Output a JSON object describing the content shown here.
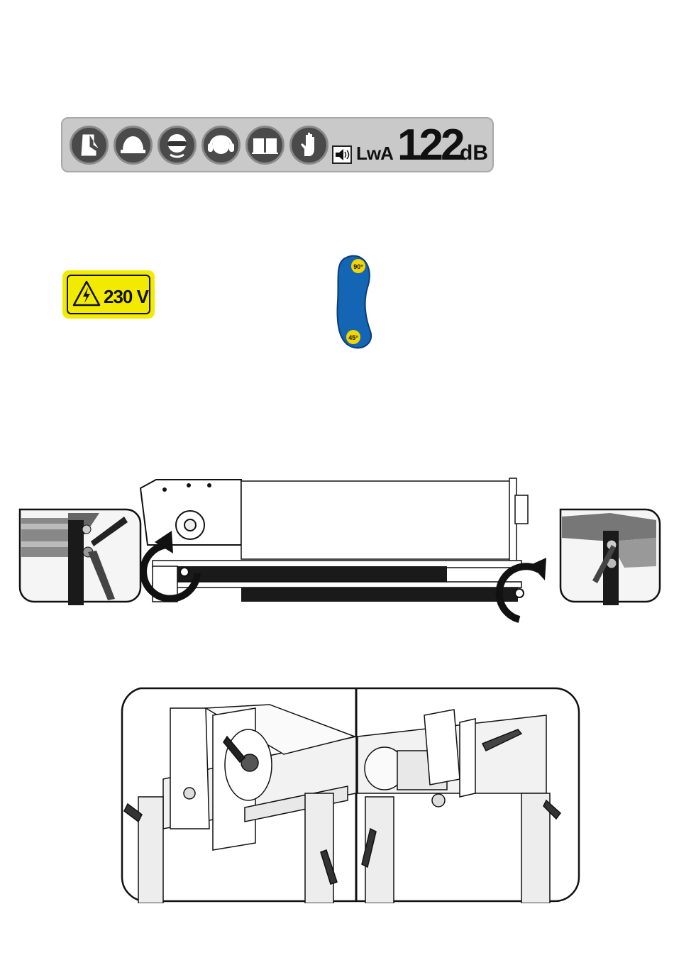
{
  "banner": {
    "icons": [
      "safety-boots-icon",
      "hard-hat-icon",
      "safety-glasses-icon",
      "ear-protection-icon",
      "read-manual-icon",
      "gloves-icon"
    ],
    "noise_symbol": "speaker-icon",
    "lwa_label": "LwA",
    "db_value": "122",
    "db_unit": "dB"
  },
  "voltage_sticker": {
    "text": "230 V",
    "background_color": "#f2ea00",
    "icon": "electric-hazard-icon"
  },
  "angle_scale": {
    "top_label": "90°",
    "bottom_label": "45°",
    "color": "#1565b5",
    "badge_color": "#f2d600"
  },
  "figures": {
    "legs_figure": "folding-stand-legs-illustration",
    "machine_figure": "saw-head-and-bracket-illustration"
  }
}
